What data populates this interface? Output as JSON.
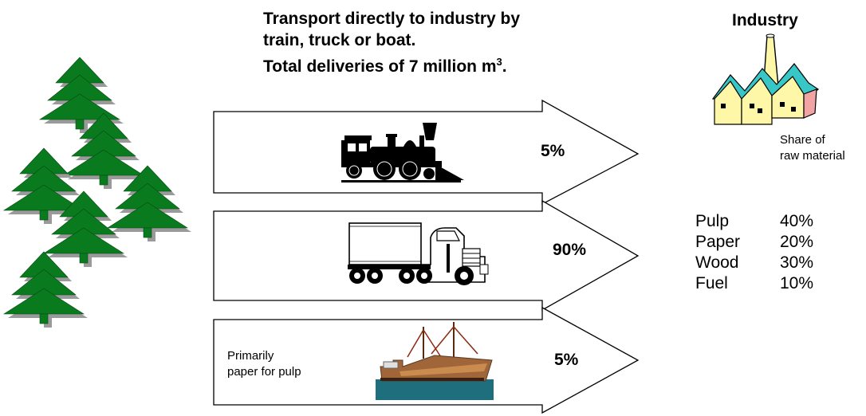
{
  "title": {
    "line1": "Transport directly to industry by",
    "line2": "train, truck or boat.",
    "line3_prefix": "Total deliveries of 7 million m",
    "line3_sup": "3",
    "line3_suffix": "."
  },
  "industry": {
    "title": "Industry",
    "share_label_line1": "Share of",
    "share_label_line2": "raw material",
    "shares": [
      {
        "name": "Pulp",
        "value": "40%"
      },
      {
        "name": "Paper",
        "value": "20%"
      },
      {
        "name": "Wood",
        "value": "30%"
      },
      {
        "name": "Fuel",
        "value": "10%"
      }
    ]
  },
  "transport": {
    "train_pct": "5%",
    "truck_pct": "90%",
    "boat_pct": "5%",
    "boat_note_line1": "Primarily",
    "boat_note_line2": "paper for pulp"
  },
  "colors": {
    "tree_green": "#0a7a1e",
    "tree_shadow": "#9a9a9a",
    "factory_yellow": "#fff7a8",
    "factory_roof": "#39c6c6",
    "factory_pink": "#f2a4a4"
  }
}
